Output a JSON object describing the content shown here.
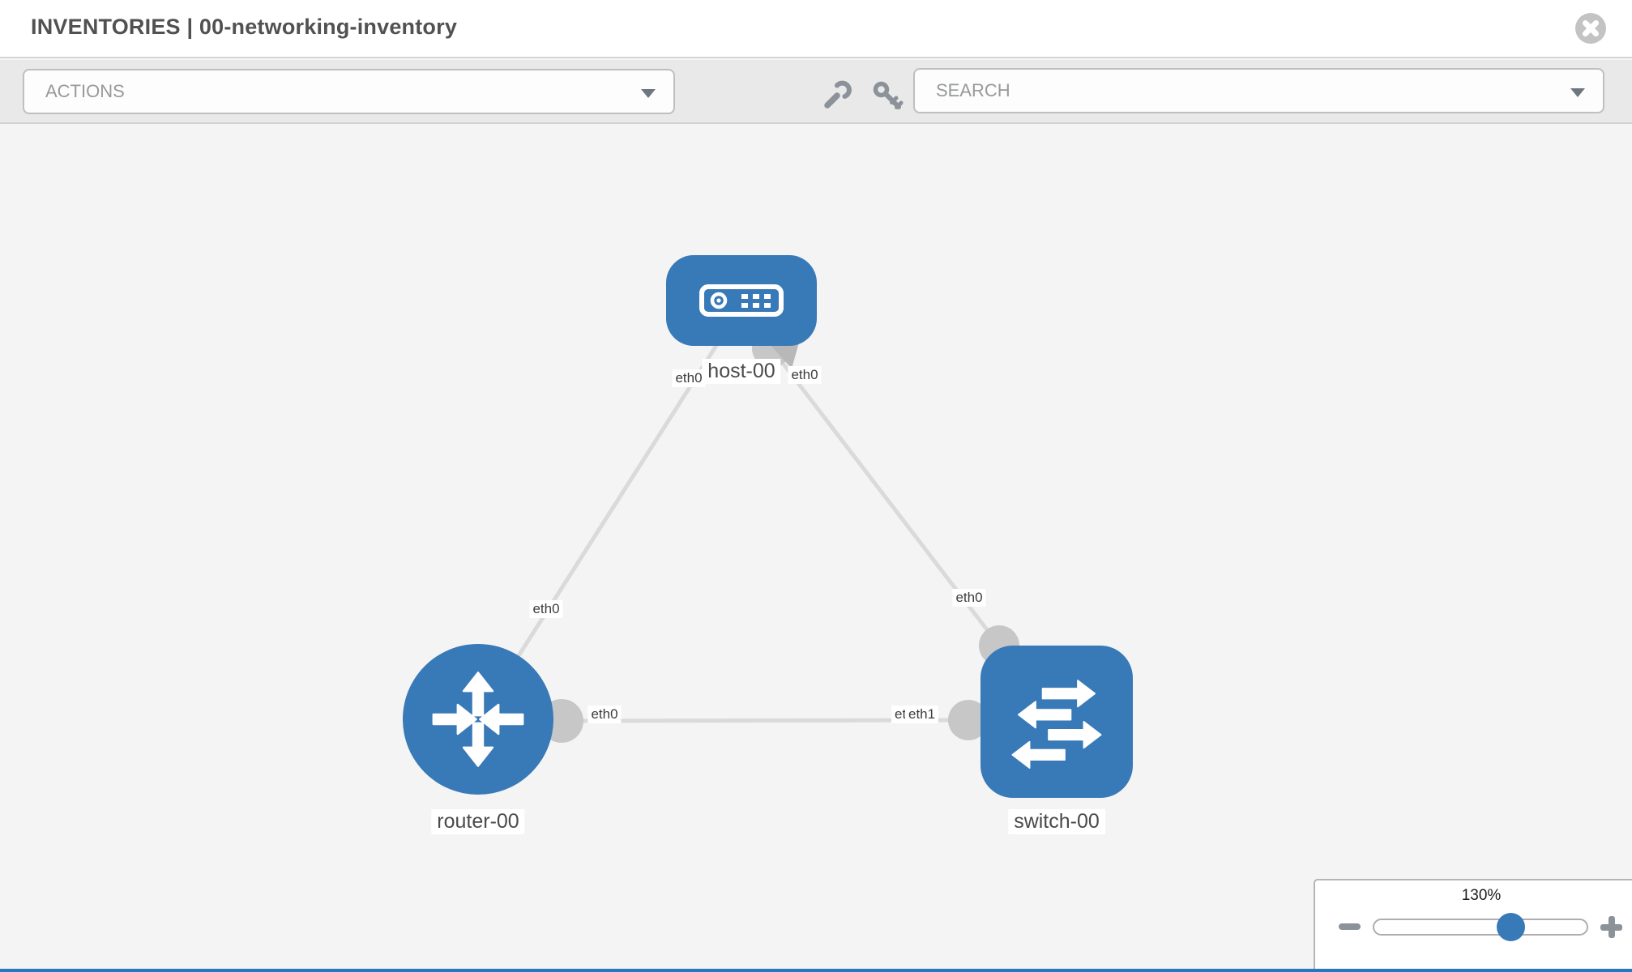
{
  "header": {
    "title": "INVENTORIES | 00-networking-inventory",
    "close_icon": "close-icon"
  },
  "toolbar": {
    "actions_placeholder": "ACTIONS",
    "search_placeholder": "SEARCH",
    "icons": [
      "wrench-icon",
      "key-icon"
    ]
  },
  "topology": {
    "nodes": [
      {
        "id": "host-00",
        "type": "host",
        "label": "host-00",
        "icon": "server-icon"
      },
      {
        "id": "router-00",
        "type": "router",
        "label": "router-00",
        "icon": "router-arrows-icon"
      },
      {
        "id": "switch-00",
        "type": "switch",
        "label": "switch-00",
        "icon": "switch-arrows-icon"
      }
    ],
    "links": [
      {
        "from": "host-00",
        "to": "router-00",
        "from_interface": "eth0",
        "to_interface": "eth0"
      },
      {
        "from": "host-00",
        "to": "switch-00",
        "from_interface": "eth0",
        "to_interface": "eth0"
      },
      {
        "from": "router-00",
        "to": "switch-00",
        "from_interface": "eth0",
        "to_interface": "eth1",
        "to_interface_overlapped": "eth0"
      }
    ]
  },
  "zoom_control": {
    "level": "130%",
    "minus_icon": "minus-icon",
    "plus_icon": "plus-icon"
  },
  "colors": {
    "node_blue": "#3879b7",
    "link_gray": "#dadada",
    "interface_gray": "#c7c7c7",
    "toolbar_gray": "#e9e9e9",
    "bottom_bar_blue": "#2478c0"
  }
}
